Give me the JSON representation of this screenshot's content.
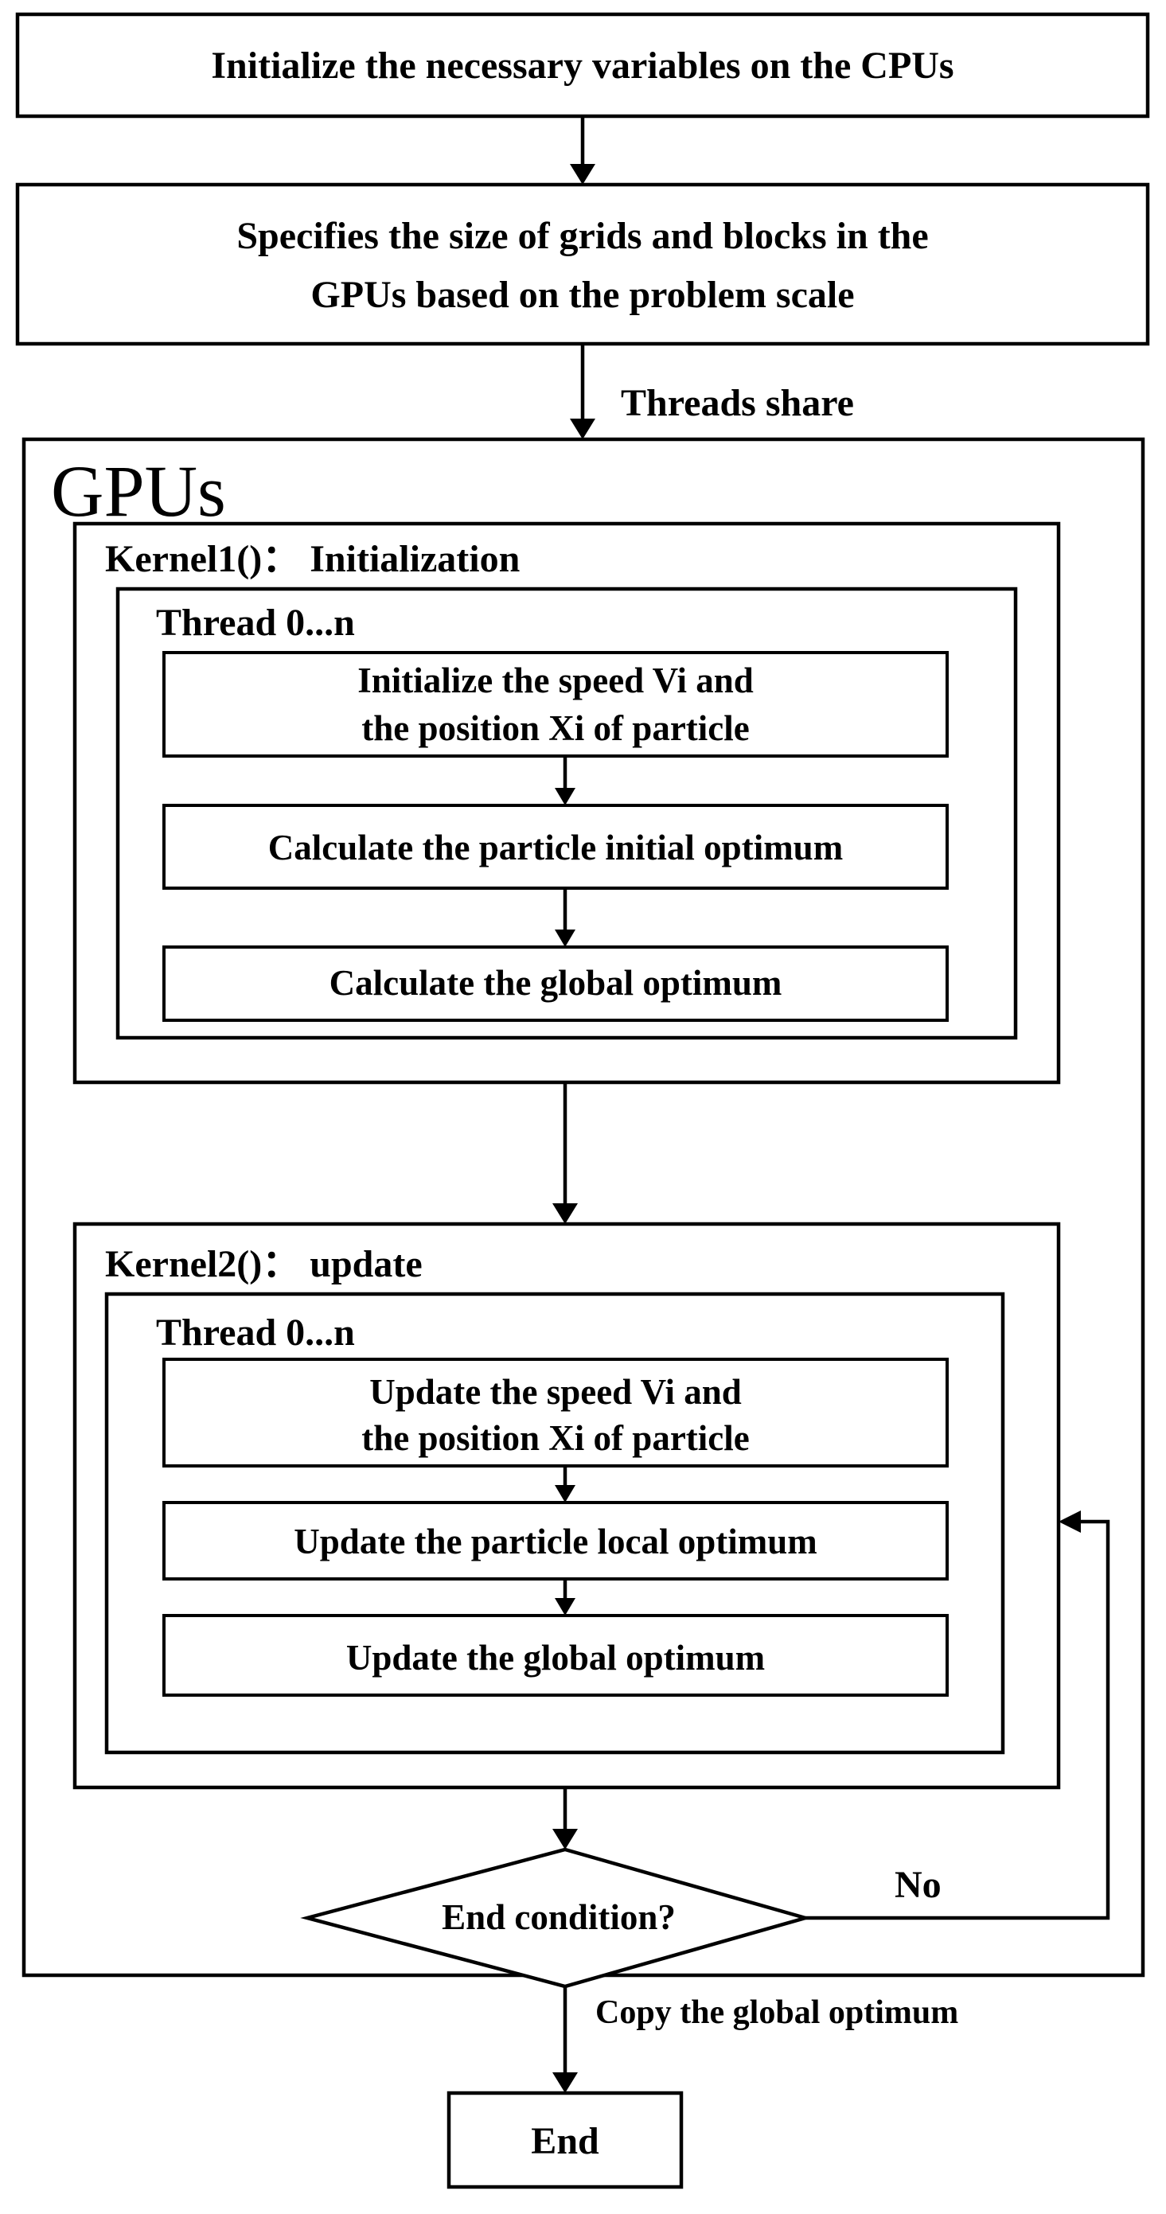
{
  "flow": {
    "init_cpu": "Initialize the necessary variables on the CPUs",
    "specify_line1": "Specifies the size of grids and blocks in the",
    "specify_line2": "GPUs based on the problem scale",
    "threads_share": "Threads share",
    "gpus_label": "GPUs",
    "kernel1": {
      "title": "Kernel1()： Initialization",
      "thread": "Thread 0...n",
      "step1_line1": "Initialize the speed Vi and",
      "step1_line2": "the position Xi of particle",
      "step2": "Calculate the particle initial optimum",
      "step3": "Calculate the global optimum"
    },
    "kernel2": {
      "title": "Kernel2()： update",
      "thread": "Thread 0...n",
      "step1_line1": "Update the speed Vi and",
      "step1_line2": "the position Xi of particle",
      "step2": "Update the particle local optimum",
      "step3": "Update the global optimum"
    },
    "decision": "End condition?",
    "no_label": "No",
    "copy_label": "Copy the global optimum",
    "end": "End"
  }
}
